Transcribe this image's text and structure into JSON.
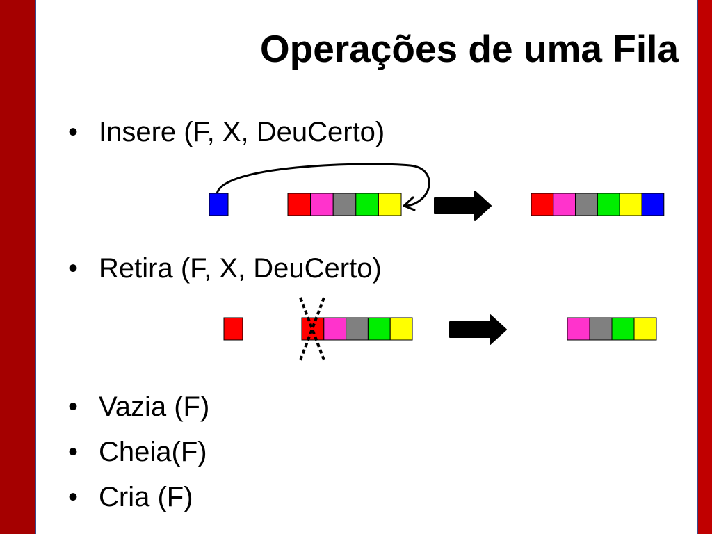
{
  "slide": {
    "title": "Operações de uma Fila",
    "bullet_symbol": "•",
    "bullets": [
      "Insere (F, X, DeuCerto)",
      "Retira (F, X, DeuCerto)",
      "Vazia (F)",
      "Cheia(F)",
      "Cria (F)"
    ]
  },
  "colors": {
    "red": "#ff0000",
    "magenta": "#ff33cc",
    "gray": "#808080",
    "green": "#00ee00",
    "yellow": "#ffff00",
    "blue": "#0000ff",
    "frame_left": "#a50000",
    "frame_right": "#c00000"
  },
  "insert_diagram": {
    "new_item": "blue",
    "queue_before": [
      "red",
      "magenta",
      "gray",
      "green",
      "yellow"
    ],
    "queue_after": [
      "red",
      "magenta",
      "gray",
      "green",
      "yellow",
      "blue"
    ]
  },
  "remove_diagram": {
    "removed_item": "red",
    "queue_before": [
      "red",
      "magenta",
      "gray",
      "green",
      "yellow"
    ],
    "queue_after": [
      "magenta",
      "gray",
      "green",
      "yellow"
    ]
  }
}
